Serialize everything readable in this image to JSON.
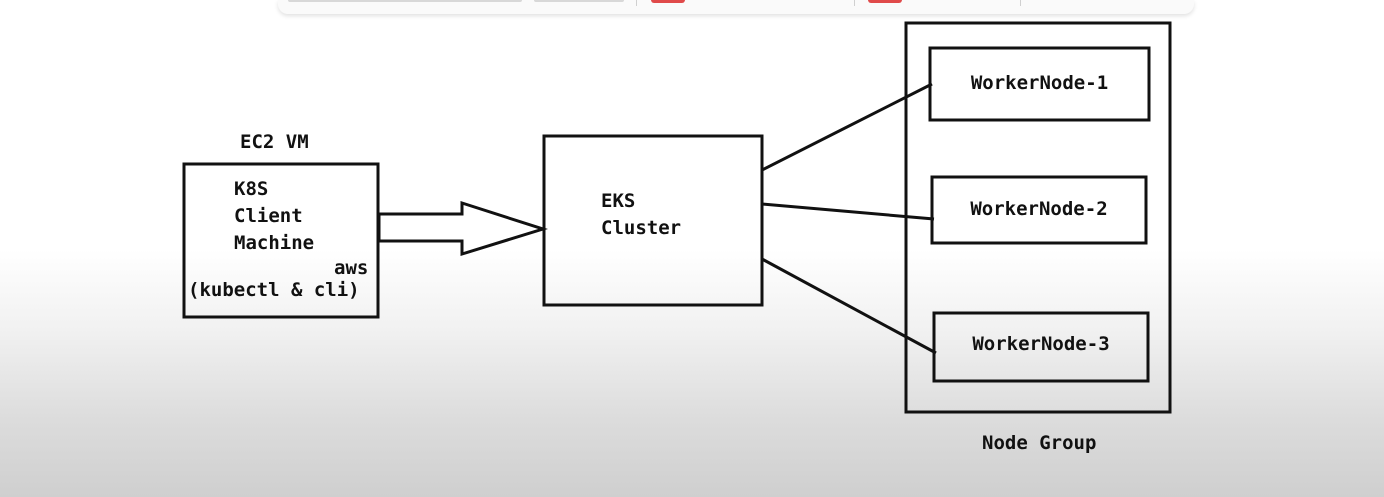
{
  "ec2": {
    "title": "EC2 VM",
    "lines": [
      "K8S",
      "Client",
      "Machine"
    ],
    "aws": "aws",
    "tools": "(kubectl & cli)"
  },
  "eks": {
    "line1": "EKS",
    "line2": "Cluster"
  },
  "workers": [
    "WorkerNode-1",
    "WorkerNode-2",
    "WorkerNode-3"
  ],
  "node_group_label": "Node Group",
  "colors": {
    "stroke": "#111111",
    "box_fill": "#ffffff"
  }
}
